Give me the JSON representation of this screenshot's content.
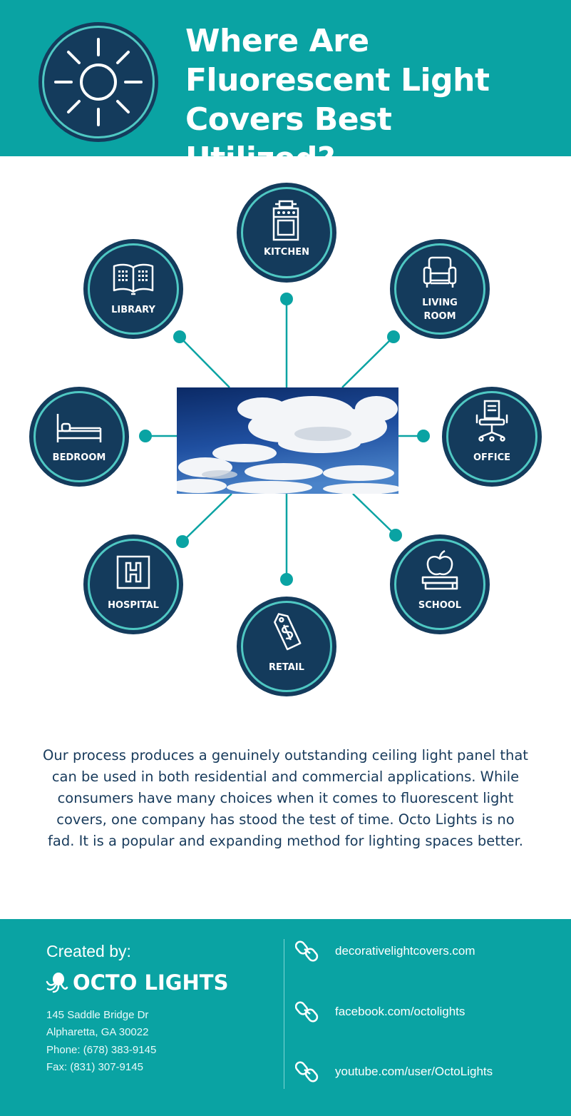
{
  "header": {
    "title": "Where Are Fluorescent Light Covers Best Utilized?",
    "icon": "sun-icon"
  },
  "locations": [
    {
      "label": "KITCHEN",
      "icon": "stove-icon"
    },
    {
      "label": "LIVING ROOM",
      "icon": "armchair-icon"
    },
    {
      "label": "OFFICE",
      "icon": "office-chair-icon"
    },
    {
      "label": "SCHOOL",
      "icon": "apple-books-icon"
    },
    {
      "label": "RETAIL",
      "icon": "price-tag-icon"
    },
    {
      "label": "HOSPITAL",
      "icon": "hospital-sign-icon"
    },
    {
      "label": "BEDROOM",
      "icon": "bed-icon"
    },
    {
      "label": "LIBRARY",
      "icon": "open-book-icon"
    }
  ],
  "body_text": "Our process produces a genuinely outstanding ceiling light panel that can be used in both residential and commercial applications. While consumers have many choices when it comes to fluorescent light covers, one company has stood the test of time. Octo Lights is no fad. It is a popular and expanding method for lighting spaces better.",
  "footer": {
    "created_by": "Created by:",
    "brand": "OCTO LIGHTS",
    "address_line1": "145 Saddle Bridge Dr",
    "address_line2": "Alpharetta, GA 30022",
    "phone": "Phone: (678) 383-9145",
    "fax": "Fax: (831) 307-9145",
    "links": [
      {
        "text": "decorativelightcovers.com",
        "icon": "link-chain-icon"
      },
      {
        "text": "facebook.com/octolights",
        "icon": "link-chain-icon"
      },
      {
        "text": "youtube.com/user/OctoLights",
        "icon": "link-chain-icon"
      }
    ]
  },
  "colors": {
    "teal": "#0aa3a3",
    "navy": "#143b5c",
    "ring": "#4fc8c3",
    "text_dark": "#173a5b"
  }
}
